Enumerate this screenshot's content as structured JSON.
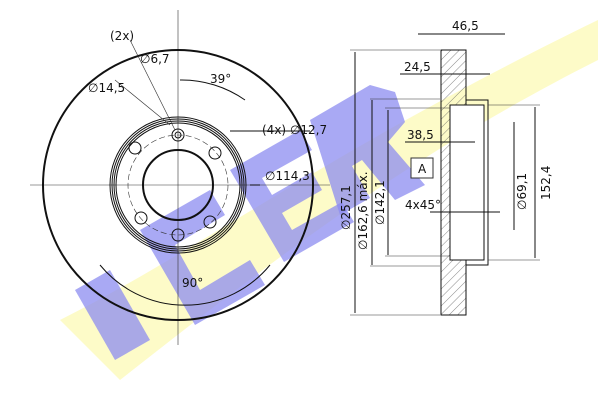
{
  "watermark": {
    "brand": "ICER",
    "colors": {
      "letters": "#8c8cf0",
      "swoosh": "#fdfbc8"
    }
  },
  "front_view": {
    "holes_count_small": "(2x)",
    "small_hole_dia": "6,7",
    "hole_dia_145": "14,5",
    "angle_39": "39°",
    "bolt_count": "(4x)",
    "bolt_dia": "12,7",
    "pcd": "114,3",
    "angle_90": "90°"
  },
  "side_view": {
    "width_total": "46,5",
    "disc_thickness": "24,5",
    "hub_offset": "38,5",
    "datum": "A",
    "chamfer": "4x45°",
    "outer_dia": "257,1",
    "max_dia": "162,6 máx.",
    "inner_dia": "142,1",
    "center_bore": "69,1",
    "hub_height": "152,4",
    "dia_symbol": "∅"
  }
}
